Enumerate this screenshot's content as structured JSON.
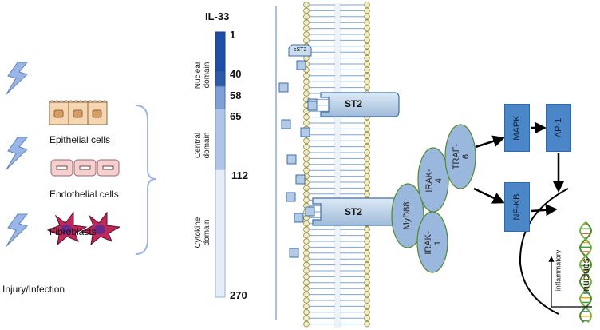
{
  "il33": {
    "title": "IL-33",
    "positions": [
      "1",
      "40",
      "58",
      "65",
      "112",
      "270"
    ],
    "domains": [
      {
        "label": "Nuclear\ndomain",
        "color": "#1f4ea6"
      },
      {
        "label": "Central\ndomain",
        "color": "#a9bfe6"
      },
      {
        "label": "Cytokine\ndomain",
        "color": "#e6ecf8"
      }
    ]
  },
  "left": {
    "cells": [
      "Epithelial cells",
      "Endothelial cells",
      "Fibroblasts"
    ],
    "trigger": "Injury/Infection"
  },
  "membrane": {
    "soluble_receptor": "sST2",
    "receptor": "ST2"
  },
  "adaptors": [
    "MyD88",
    "IRAK-\n4",
    "IRAK-\n1",
    "TRAF-\n6"
  ],
  "kinases": [
    "MAPK",
    "AP-1",
    "NF-KB"
  ],
  "nucleus": {
    "arrow_label": "inflammatory",
    "label": "nuclues"
  },
  "colors": {
    "membrane_head": "#f3eec0",
    "membrane_head_stroke": "#8c8640",
    "receptor_fill": "#c9dcee",
    "adaptor_fill": "#9ab7de",
    "adaptor_stroke": "#4f8a2c",
    "kinase_fill": "#4a86c8",
    "ligand_fill": "#b4cbe8",
    "lightning": "#9ab6e6"
  }
}
